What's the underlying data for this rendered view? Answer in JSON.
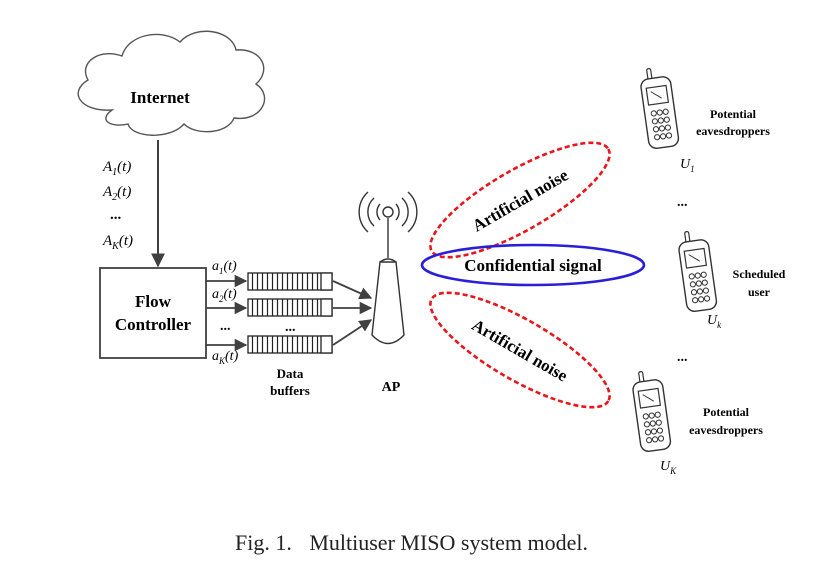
{
  "internet_label": "Internet",
  "arrivals": [
    {
      "sym": "A",
      "sub": "1",
      "arg": "(t)"
    },
    {
      "sym": "A",
      "sub": "2",
      "arg": "(t)"
    },
    {
      "sym": "A",
      "sub": "K",
      "arg": "(t)"
    }
  ],
  "arrivals_ellipsis": "...",
  "flow_controller": {
    "line1": "Flow",
    "line2": "Controller"
  },
  "admissions": [
    {
      "sym": "a",
      "sub": "1",
      "arg": "(t)"
    },
    {
      "sym": "a",
      "sub": "2",
      "arg": "(t)"
    },
    {
      "sym": "a",
      "sub": "K",
      "arg": "(t)"
    }
  ],
  "admissions_ellipsis": "...",
  "buffers_ellipsis": "...",
  "buffers_label": {
    "line1": "Data",
    "line2": "buffers"
  },
  "ap_label": "AP",
  "artificial_noise_top": "Artificial noise",
  "artificial_noise_bottom": "Artificial noise",
  "confidential_signal": "Confidential signal",
  "users": {
    "top": {
      "label1": "Potential",
      "label2": "eavesdroppers",
      "sym": "U",
      "sub": "1"
    },
    "middle": {
      "label1": "Scheduled",
      "label2": "user",
      "sym": "U",
      "sub": "k"
    },
    "bottom": {
      "label1": "Potential",
      "label2": "eavesdroppers",
      "sym": "U",
      "sub": "K"
    }
  },
  "users_ellipsis_1": "...",
  "users_ellipsis_2": "...",
  "caption": {
    "fig": "Fig. 1.",
    "text": "Multiuser MISO system model."
  },
  "colors": {
    "noise": "#e8151b",
    "signal": "#2a1fd6",
    "line": "#404040"
  }
}
